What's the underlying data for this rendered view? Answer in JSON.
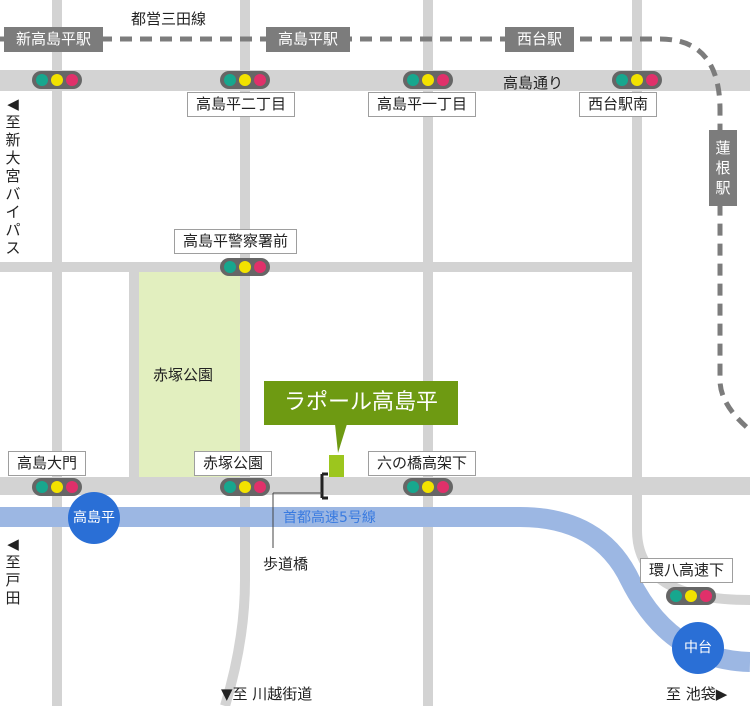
{
  "colors": {
    "road": "#d3d3d3",
    "rail": "#7c7c7c",
    "expressway": "#9cb7e3",
    "park": "#e2efbf",
    "venue": "#6e9a12",
    "station_marker": "#2a6fd6",
    "route_text": "#3a7be0"
  },
  "rail": {
    "line_name": "都営三田線",
    "stations": [
      "新高島平駅",
      "高島平駅",
      "西台駅",
      "蓮根駅"
    ]
  },
  "roads": {
    "upper_street": "高島通り",
    "expressway": "首都高速5号線",
    "park": "赤塚公園",
    "footbridge": "歩道橋"
  },
  "intersections": [
    "高島平二丁目",
    "高島平一丁目",
    "西台駅南",
    "高島平警察署前",
    "高島大門",
    "赤塚公園",
    "六の橋高架下",
    "環八高速下"
  ],
  "expressway_exits": [
    "高島平",
    "中台"
  ],
  "venue": {
    "name": "ラポール高島平"
  },
  "directions": {
    "left_upper": "◀至 新大宮バイパス",
    "left_lower": "◀至 戸田",
    "bottom_center": "▼至 川越街道",
    "bottom_right": "至 池袋▶"
  },
  "signal_icon": "traffic-signal-icon"
}
